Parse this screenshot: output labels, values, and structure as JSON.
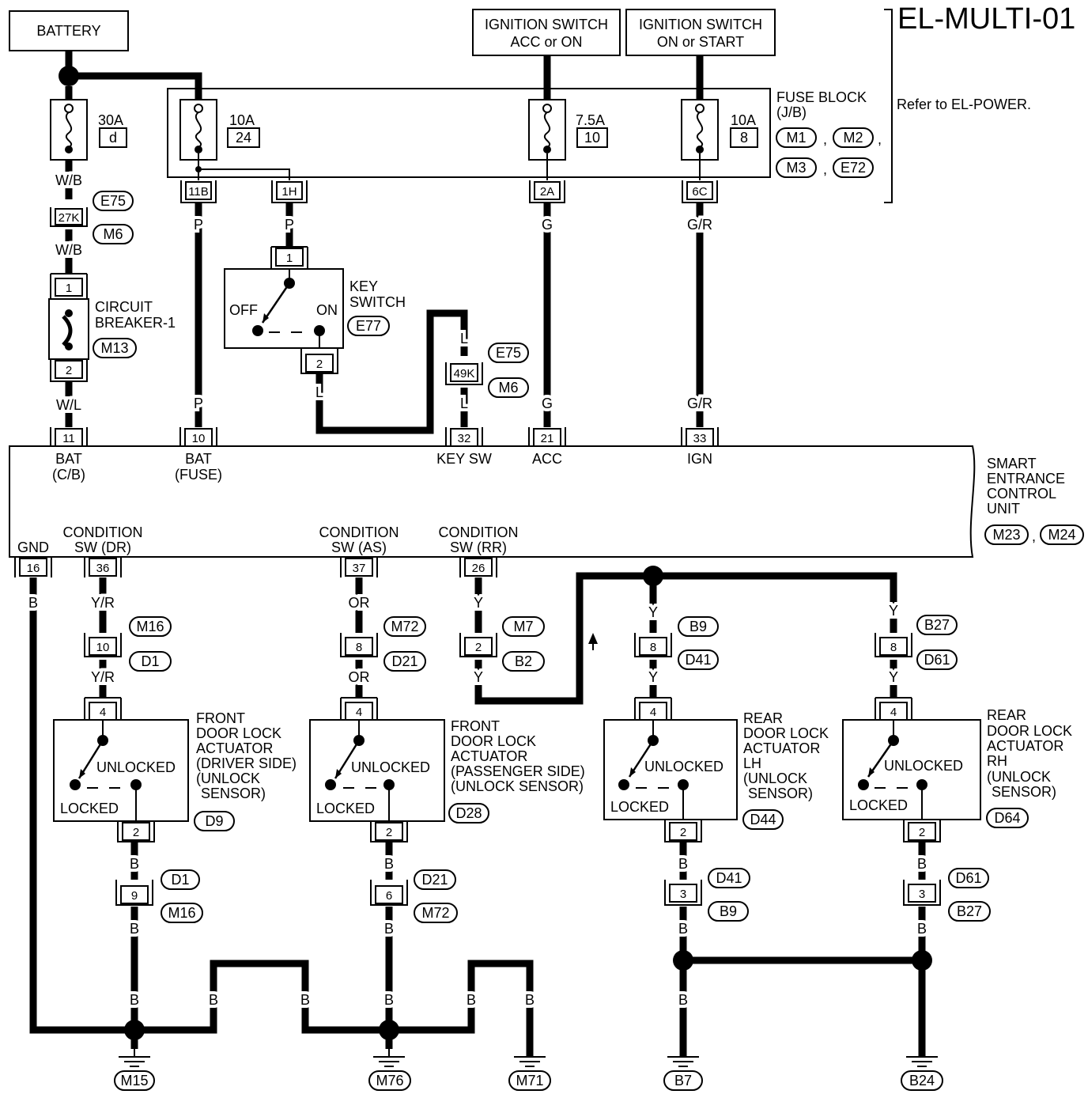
{
  "page_title": "EL-MULTI-01",
  "refer_note": "Refer to EL-POWER.",
  "battery": "BATTERY",
  "ign_acc": [
    "IGNITION SWITCH",
    "ACC or ON"
  ],
  "ign_start": [
    "IGNITION SWITCH",
    "ON or START"
  ],
  "fuse_block": {
    "label": [
      "FUSE BLOCK",
      "(J/B)"
    ],
    "connectors": [
      "M1",
      "M2",
      "M3",
      "E72"
    ],
    "fuses": [
      {
        "amp": "30A",
        "num": "d"
      },
      {
        "amp": "10A",
        "num": "24"
      },
      {
        "amp": "7.5A",
        "num": "10"
      },
      {
        "amp": "10A",
        "num": "8"
      }
    ],
    "terminals": [
      "11B",
      "1H",
      "2A",
      "6C"
    ]
  },
  "circuit_breaker": {
    "label": [
      "CIRCUIT",
      "BREAKER-1"
    ],
    "connector": "M13",
    "pins": [
      "1",
      "2"
    ]
  },
  "key_switch": {
    "label": [
      "KEY",
      "SWITCH"
    ],
    "connector": "E77",
    "off": "OFF",
    "on": "ON",
    "pins": [
      "1",
      "2"
    ]
  },
  "joints": [
    {
      "pin": "27K",
      "tags": [
        "E75",
        "M6"
      ]
    },
    {
      "pin": "49K",
      "tags": [
        "E75",
        "M6"
      ]
    }
  ],
  "wire_colors": {
    "wb": "W/B",
    "wl": "W/L",
    "p": "P",
    "l": "L",
    "g": "G",
    "gr": "G/R",
    "yr": "Y/R",
    "or": "OR",
    "y": "Y",
    "b": "B"
  },
  "unit": {
    "label": [
      "SMART",
      "ENTRANCE",
      "CONTROL",
      "UNIT"
    ],
    "connectors": [
      "M23",
      "M24"
    ],
    "top_terms": [
      {
        "pin": "11",
        "name": [
          "BAT",
          "(C/B)"
        ]
      },
      {
        "pin": "10",
        "name": [
          "BAT",
          "(FUSE)"
        ]
      },
      {
        "pin": "32",
        "name": [
          "KEY SW"
        ]
      },
      {
        "pin": "21",
        "name": [
          "ACC"
        ]
      },
      {
        "pin": "33",
        "name": [
          "IGN"
        ]
      }
    ],
    "bottom_terms": [
      {
        "pin": "16",
        "name": [
          "GND"
        ]
      },
      {
        "pin": "36",
        "name": [
          "CONDITION",
          "SW (DR)"
        ]
      },
      {
        "pin": "37",
        "name": [
          "CONDITION",
          "SW (AS)"
        ]
      },
      {
        "pin": "26",
        "name": [
          "CONDITION",
          "SW (RR)"
        ]
      }
    ]
  },
  "inline_connectors": [
    {
      "pin": "10",
      "tags": [
        "M16",
        "D1"
      ]
    },
    {
      "pin": "8",
      "tags": [
        "M72",
        "D21"
      ]
    },
    {
      "pin": "2",
      "tags": [
        "M7",
        "B2"
      ]
    },
    {
      "pin": "8",
      "tags": [
        "B9",
        "D41"
      ]
    },
    {
      "pin": "8",
      "tags": [
        "B27",
        "D61"
      ]
    },
    {
      "pin": "9",
      "tags": [
        "D1",
        "M16"
      ]
    },
    {
      "pin": "6",
      "tags": [
        "D21",
        "M72"
      ]
    },
    {
      "pin": "3",
      "tags": [
        "D41",
        "B9"
      ]
    },
    {
      "pin": "3",
      "tags": [
        "D61",
        "B27"
      ]
    }
  ],
  "actuators": [
    {
      "label": [
        "FRONT",
        "DOOR LOCK",
        "ACTUATOR",
        "(DRIVER SIDE)",
        "(UNLOCK",
        "SENSOR)"
      ],
      "connector": "D9",
      "pin_top": "4",
      "pin_bottom": "2",
      "unlocked": "UNLOCKED",
      "locked": "LOCKED"
    },
    {
      "label": [
        "FRONT",
        "DOOR LOCK",
        "ACTUATOR",
        "(PASSENGER SIDE)",
        "(UNLOCK SENSOR)"
      ],
      "connector": "D28",
      "pin_top": "4",
      "pin_bottom": "2",
      "unlocked": "UNLOCKED",
      "locked": "LOCKED"
    },
    {
      "label": [
        "REAR",
        "DOOR LOCK",
        "ACTUATOR",
        "LH",
        "(UNLOCK",
        "SENSOR)"
      ],
      "connector": "D44",
      "pin_top": "4",
      "pin_bottom": "2",
      "unlocked": "UNLOCKED",
      "locked": "LOCKED"
    },
    {
      "label": [
        "REAR",
        "DOOR LOCK",
        "ACTUATOR",
        "RH",
        "(UNLOCK",
        "SENSOR)"
      ],
      "connector": "D64",
      "pin_top": "4",
      "pin_bottom": "2",
      "unlocked": "UNLOCKED",
      "locked": "LOCKED"
    }
  ],
  "grounds": [
    "M15",
    "M76",
    "M71",
    "B7",
    "B24"
  ]
}
